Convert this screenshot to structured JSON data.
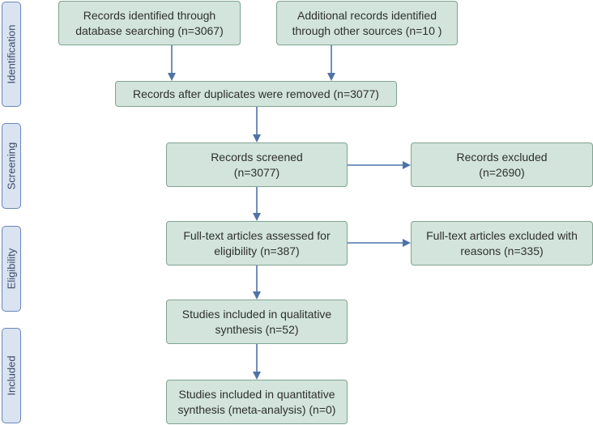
{
  "stages": {
    "identification": "Identification",
    "screening": "Screening",
    "eligibility": "Eligibility",
    "included": "Included"
  },
  "boxes": {
    "database_search": [
      "Records identified through",
      "database searching (n=3067)"
    ],
    "other_sources": [
      "Additional records identified",
      "through other sources (n=10 )"
    ],
    "after_duplicates": [
      "Records after duplicates were removed (n=3077)"
    ],
    "screened": [
      "Records screened",
      "(n=3077)"
    ],
    "excluded": [
      "Records excluded",
      "(n=2690)"
    ],
    "fulltext_assessed": [
      "Full-text articles assessed for",
      "eligibility (n=387)"
    ],
    "fulltext_excluded": [
      "Full-text articles excluded with",
      "reasons (n=335)"
    ],
    "qualitative": [
      "Studies included in qualitative",
      "synthesis (n=52)"
    ],
    "quantitative": [
      "Studies included in quantitative",
      "synthesis (meta-analysis) (n=0)"
    ]
  },
  "colors": {
    "box_fill": "#d2e4db",
    "box_border": "#7fa392",
    "stage_fill": "#d9e3f1",
    "stage_border": "#6a86b5",
    "arrow": "#4f73a8"
  }
}
